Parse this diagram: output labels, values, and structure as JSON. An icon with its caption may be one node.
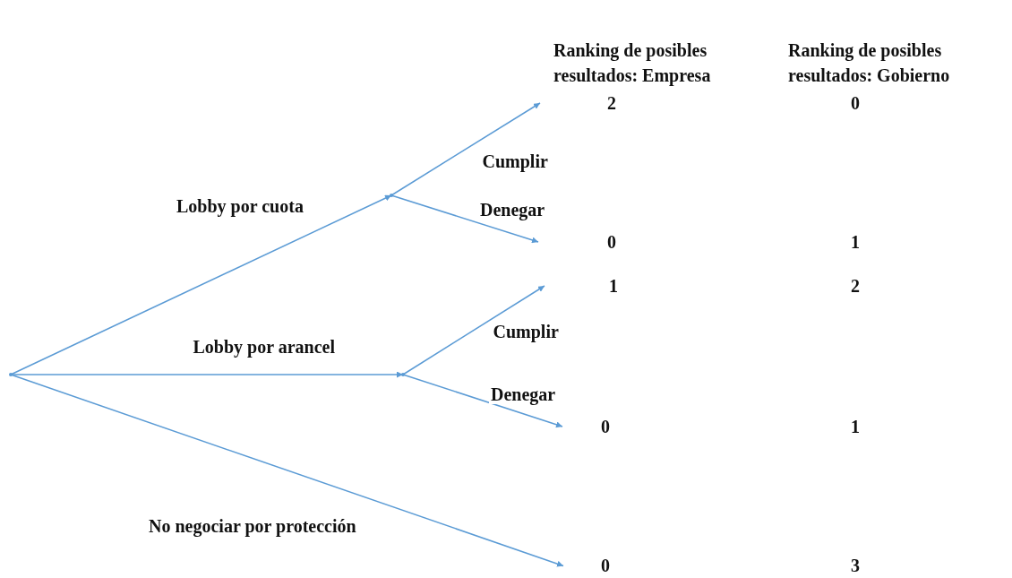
{
  "diagram": {
    "nodes": [
      {
        "text": [],
        "shape": "point"
      },
      {
        "text": [],
        "shape": "point"
      },
      {
        "text": [],
        "shape": "point"
      },
      {
        "text": [
          "2",
          "0"
        ]
      },
      {
        "text": [
          "0",
          "1"
        ]
      },
      {
        "text": [
          "1",
          "2"
        ]
      },
      {
        "text": [
          "0",
          "1"
        ]
      },
      {
        "text": [
          "0",
          "3"
        ]
      }
    ],
    "edges": [
      {
        "from": 0,
        "to": 1,
        "arrow": "to",
        "label": "Lobby por cuota"
      },
      {
        "from": 0,
        "to": 2,
        "arrow": "to",
        "label": "Lobby por arancel"
      },
      {
        "from": 0,
        "to": 7,
        "arrow": "to",
        "label": "No negociar por protección"
      },
      {
        "from": 1,
        "to": 3,
        "arrow": "to",
        "label": "Cumplir"
      },
      {
        "from": 1,
        "to": 4,
        "arrow": "to",
        "label": "Denegar"
      },
      {
        "from": 2,
        "to": 5,
        "arrow": "to",
        "label": "Cumplir"
      },
      {
        "from": 2,
        "to": 6,
        "arrow": "to",
        "label": "Denegar"
      }
    ],
    "labels": [
      "Ranking de posibles resultados: Empresa",
      "Ranking de posibles resultados: Gobierno"
    ]
  }
}
